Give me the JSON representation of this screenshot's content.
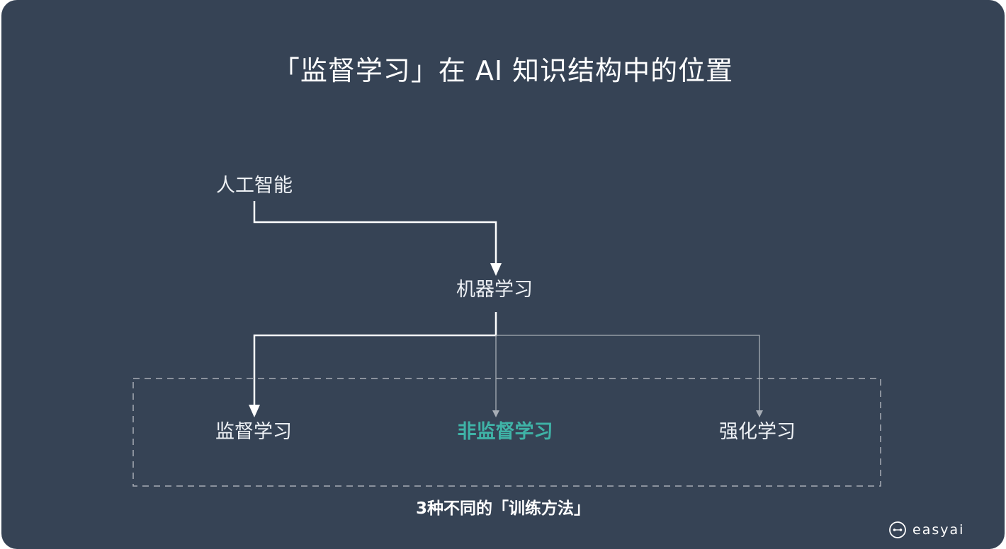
{
  "title": "「监督学习」在 AI 知识结构中的位置",
  "nodes": {
    "ai": "人工智能",
    "ml": "机器学习",
    "supervised": "监督学习",
    "unsupervised": "非监督学习",
    "reinforcement": "强化学习"
  },
  "group_caption": "3种不同的「训练方法」",
  "brand": {
    "name": "easyai",
    "icon": "easyai-logo-icon"
  },
  "colors": {
    "background": "#364355",
    "text": "#ffffff",
    "accent": "#3fb3a7",
    "primary_line": "#ffffff",
    "secondary_line": "#a7adb5",
    "dashed_border": "#a7adb5"
  }
}
